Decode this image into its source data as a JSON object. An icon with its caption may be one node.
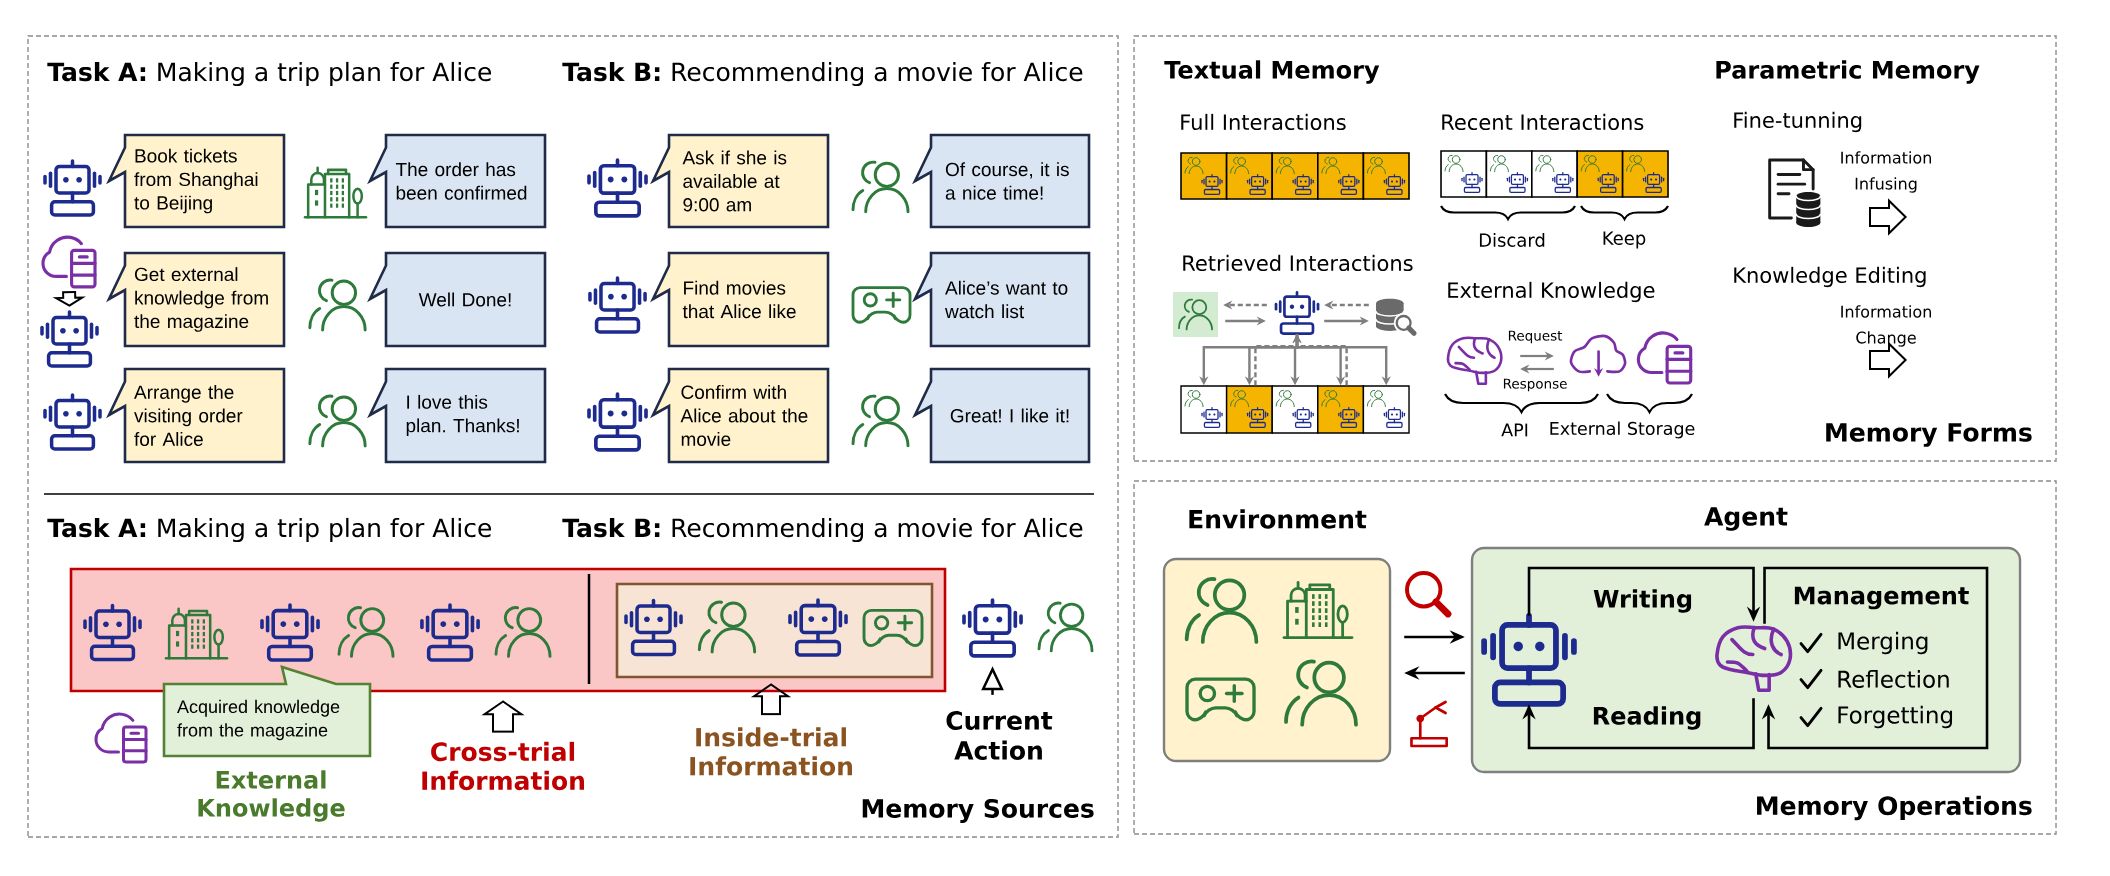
{
  "diagram": {
    "nodes": [
      {
        "text": [
          "Memory Sources"
        ]
      },
      {
        "text": [
          "Book tickets from Shanghai to Beijing"
        ],
        "in": 0
      },
      {
        "text": [
          "The order has been confirmed"
        ],
        "in": 0
      },
      {
        "text": [
          "Ask if she is available at 9:00 am"
        ],
        "in": 0
      },
      {
        "text": [
          "Of course, it is a nice time!"
        ],
        "in": 0
      },
      {
        "text": [],
        "shape": "picture",
        "in": 0
      },
      {
        "text": [],
        "shape": "picture",
        "in": 0
      },
      {
        "text": [
          "Get external knowledge from the magazine"
        ],
        "in": 0
      },
      {
        "text": [
          "Well Done!"
        ],
        "in": 0
      },
      {
        "text": [
          "Find movies that Alice like"
        ],
        "in": 0
      },
      {
        "text": [
          "Alice’s want to watch list"
        ],
        "in": 0
      },
      {
        "text": [
          "Arrange the visiting order for Alice"
        ],
        "in": 0
      },
      {
        "text": [
          "I love this plan. Thanks!"
        ],
        "in": 0
      },
      {
        "text": [
          "Confirm with Alice about the movie"
        ],
        "in": 0
      },
      {
        "text": [
          "Great! I like it!"
        ],
        "in": 0
      },
      {
        "text": [],
        "shape": "box",
        "in": 0
      },
      {
        "text": [],
        "shape": "box",
        "in": 15
      },
      {
        "text": [
          "Acquired knowledge from the magazine"
        ],
        "in": 0,
        "beside": [
          "External Knowledge"
        ]
      },
      {
        "text": [],
        "shape": "picture",
        "in": 0
      },
      {
        "text": [
          "Cross-trial Information"
        ],
        "in": 0
      },
      {
        "text": [
          "Inside-trial Information"
        ],
        "in": 0
      },
      {
        "text": [
          "Current Action"
        ],
        "in": 0
      },
      {
        "text": [
          "Memory Forms"
        ]
      },
      {
        "text": [],
        "shape": "box",
        "in": 22
      },
      {
        "text": [],
        "shape": "box",
        "in": 22
      },
      {
        "text": [],
        "shape": "box",
        "in": 22
      },
      {
        "text": [],
        "shape": "box",
        "in": 22
      },
      {
        "text": [],
        "shape": "box",
        "in": 22
      },
      {
        "text": [],
        "shape": "box",
        "in": 22
      },
      {
        "text": [],
        "shape": "box",
        "in": 22
      },
      {
        "text": [],
        "shape": "box",
        "in": 22
      },
      {
        "text": [],
        "shape": "box",
        "in": 22
      },
      {
        "text": [],
        "shape": "box",
        "in": 22
      },
      {
        "text": [],
        "shape": "picture",
        "in": 22
      },
      {
        "text": [],
        "shape": "picture",
        "in": 22
      },
      {
        "text": [],
        "shape": "picture",
        "in": 22
      },
      {
        "text": [],
        "shape": "box",
        "in": 22
      },
      {
        "text": [],
        "shape": "box",
        "in": 22
      },
      {
        "text": [],
        "shape": "box",
        "in": 22
      },
      {
        "text": [],
        "shape": "box",
        "in": 22
      },
      {
        "text": [],
        "shape": "box",
        "in": 22
      },
      {
        "text": [],
        "shape": "picture",
        "in": 22
      },
      {
        "text": [],
        "shape": "picture",
        "in": 22
      },
      {
        "text": [
          "Memory Operations"
        ]
      },
      {
        "text": [
          "Environment"
        ],
        "in": 43
      },
      {
        "text": [
          "Agent"
        ],
        "in": 43
      },
      {
        "text": [],
        "shape": "picture",
        "in": 45
      },
      {
        "text": [],
        "shape": "picture",
        "in": 45
      }
    ],
    "edges": [
      {
        "from": 5,
        "to": 6,
        "arrow": "to",
        "style": "thick",
        "color": "#000000"
      },
      {
        "from": 19,
        "to": 15,
        "arrow": "to",
        "style": "thick",
        "color": "#000000"
      },
      {
        "from": 20,
        "to": 16,
        "arrow": "to",
        "style": "thick",
        "color": "#000000"
      },
      {
        "from": 21,
        "to": 18,
        "arrow": "to",
        "color": "#000000"
      },
      {
        "from": 34,
        "to": 33,
        "arrow": "to",
        "style": "dashed"
      },
      {
        "from": 33,
        "to": 34,
        "arrow": "to"
      },
      {
        "from": 35,
        "to": 34,
        "arrow": "to",
        "style": "dashed"
      },
      {
        "from": 34,
        "to": 35,
        "arrow": "to"
      },
      {
        "from": 34,
        "to": 36,
        "arrow": "to"
      },
      {
        "from": 34,
        "to": 37,
        "arrow": "to"
      },
      {
        "from": 34,
        "to": 38,
        "arrow": "to"
      },
      {
        "from": 34,
        "to": 39,
        "arrow": "to"
      },
      {
        "from": 34,
        "to": 40,
        "arrow": "to"
      },
      {
        "from": 37,
        "to": 34,
        "arrow": "to",
        "style": "dashed"
      },
      {
        "from": 39,
        "to": 34,
        "arrow": "to",
        "style": "dashed"
      },
      {
        "from": 41,
        "to": 42,
        "label": "Request",
        "arrow": "to"
      },
      {
        "from": 42,
        "to": 41,
        "label": "Response",
        "arrow": "to"
      },
      {
        "from": 44,
        "to": 45,
        "arrow": "to",
        "color": "#000000"
      },
      {
        "from": 45,
        "to": 44,
        "arrow": "to",
        "color": "#000000"
      },
      {
        "from": 46,
        "to": 47,
        "label": "Writing",
        "arrow": "to",
        "color": "#000000"
      },
      {
        "from": 47,
        "to": 46,
        "label": "Reading",
        "arrow": "to",
        "color": "#000000"
      },
      {
        "from": 47,
        "to": 47,
        "label": "Management",
        "arrow": "to",
        "color": "#000000"
      }
    ],
    "labels": [
      "**Task A:** Making a trip plan for Alice",
      "**Task B:** Recommending a movie for Alice",
      "**Task A:** Making a trip plan for Alice",
      "**Task B:** Recommending a movie for Alice",
      "Textual Memory",
      "Parametric Memory",
      "Full Interactions",
      "Recent Interactions",
      "Fine-tunning",
      "Information Infusing",
      "Discard",
      "Keep",
      "Retrieved Interactions",
      "External Knowledge",
      "Knowledge Editing",
      "Information Change",
      "API",
      "External Storage",
      "Merging",
      "Reflection",
      "Forgetting"
    ]
  }
}
